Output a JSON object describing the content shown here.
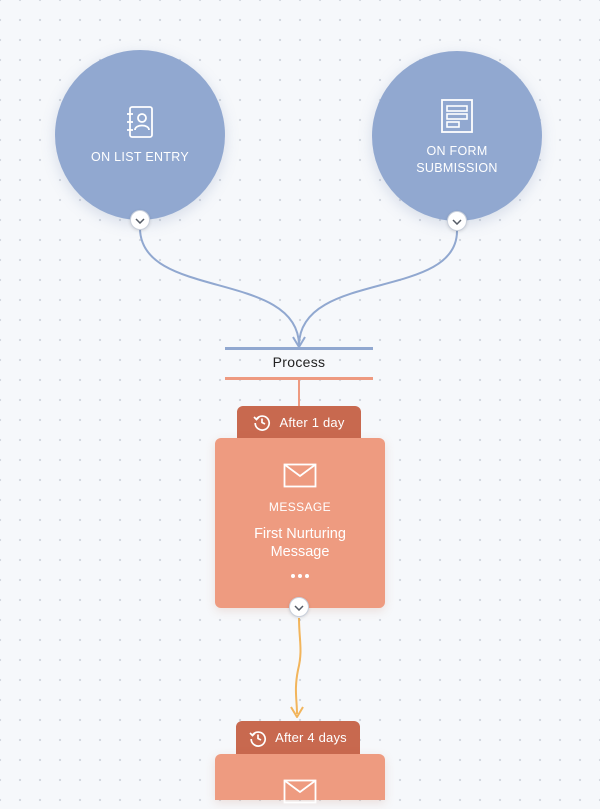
{
  "triggers": [
    {
      "label": "ON LIST ENTRY",
      "icon": "contact-book-icon"
    },
    {
      "label": "ON FORM SUBMISSION",
      "icon": "form-icon"
    }
  ],
  "process": {
    "label": "Process"
  },
  "steps": [
    {
      "delay": "After 1 day",
      "type": "MESSAGE",
      "title": "First Nurturing Message",
      "icon": "envelope-icon"
    },
    {
      "delay": "After 4 days",
      "icon": "envelope-icon"
    }
  ],
  "colors": {
    "trigger": "#91a8d0",
    "process_top": "#91a8d0",
    "process_bottom": "#ee9a80",
    "step": "#ee9b80",
    "delay_tab": "#c8694f",
    "connector_blue": "#91a8d0",
    "connector_orange": "#f2b55c",
    "background": "#f6f8fb"
  }
}
